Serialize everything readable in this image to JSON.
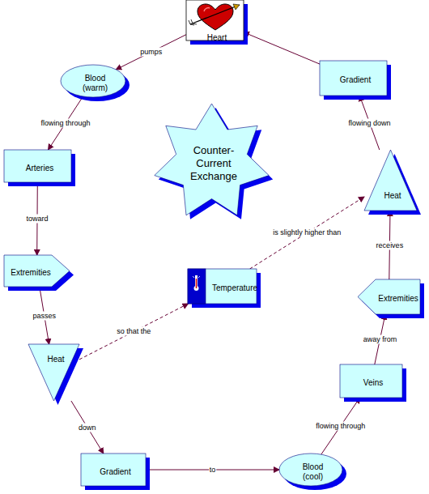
{
  "diagram": {
    "nodes": [
      {
        "text": [
          "Heart"
        ]
      },
      {
        "text": [
          "Blood (warm)"
        ]
      },
      {
        "text": [
          "Arteries"
        ]
      },
      {
        "text": [
          "Extremities"
        ]
      },
      {
        "text": [
          "Heat"
        ]
      },
      {
        "text": [
          "Gradient"
        ]
      },
      {
        "text": [
          "Blood (cool)"
        ]
      },
      {
        "text": [
          "Veins"
        ]
      },
      {
        "text": [
          "Extremities"
        ]
      },
      {
        "text": [
          "Heat"
        ]
      },
      {
        "text": [
          "Gradient"
        ]
      },
      {
        "text": [
          "Counter-Current Exchange"
        ]
      },
      {
        "text": [
          "Temperature"
        ]
      }
    ],
    "edges": [
      {
        "from": 0,
        "to": 1,
        "label": "pumps",
        "arrow": "to"
      },
      {
        "from": 1,
        "to": 2,
        "label": "flowing through",
        "arrow": "to"
      },
      {
        "from": 2,
        "to": 3,
        "label": "toward",
        "arrow": "to"
      },
      {
        "from": 3,
        "to": 4,
        "label": "passes",
        "arrow": "to"
      },
      {
        "from": 4,
        "to": 5,
        "label": "down",
        "arrow": "to"
      },
      {
        "from": 5,
        "to": 6,
        "label": "to",
        "arrow": "to"
      },
      {
        "from": 6,
        "to": 7,
        "label": "flowing through",
        "arrow": "to"
      },
      {
        "from": 7,
        "to": 8,
        "label": "away from",
        "arrow": "to"
      },
      {
        "from": 8,
        "to": 9,
        "label": "receives",
        "arrow": "to"
      },
      {
        "from": 9,
        "to": 10,
        "label": "flowing down",
        "arrow": "to"
      },
      {
        "from": 10,
        "to": 0,
        "arrow": "to"
      },
      {
        "from": 4,
        "to": 12,
        "label": "so that the",
        "arrow": "to"
      },
      {
        "from": 12,
        "to": 9,
        "label": "is slightly higher than",
        "arrow": "to"
      }
    ]
  }
}
